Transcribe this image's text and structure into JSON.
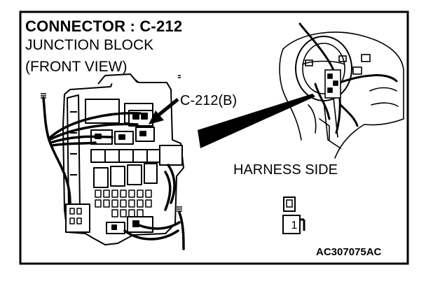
{
  "title": {
    "connector": "CONNECTOR : C-212",
    "block": "JUNCTION BLOCK",
    "view": "(FRONT VIEW)"
  },
  "callout": {
    "label": "C-212(B)"
  },
  "harness": {
    "label": "HARNESS SIDE",
    "pin": "1"
  },
  "figure_code": "AC307075AC",
  "colors": {
    "line": "#000000",
    "background": "#ffffff"
  }
}
